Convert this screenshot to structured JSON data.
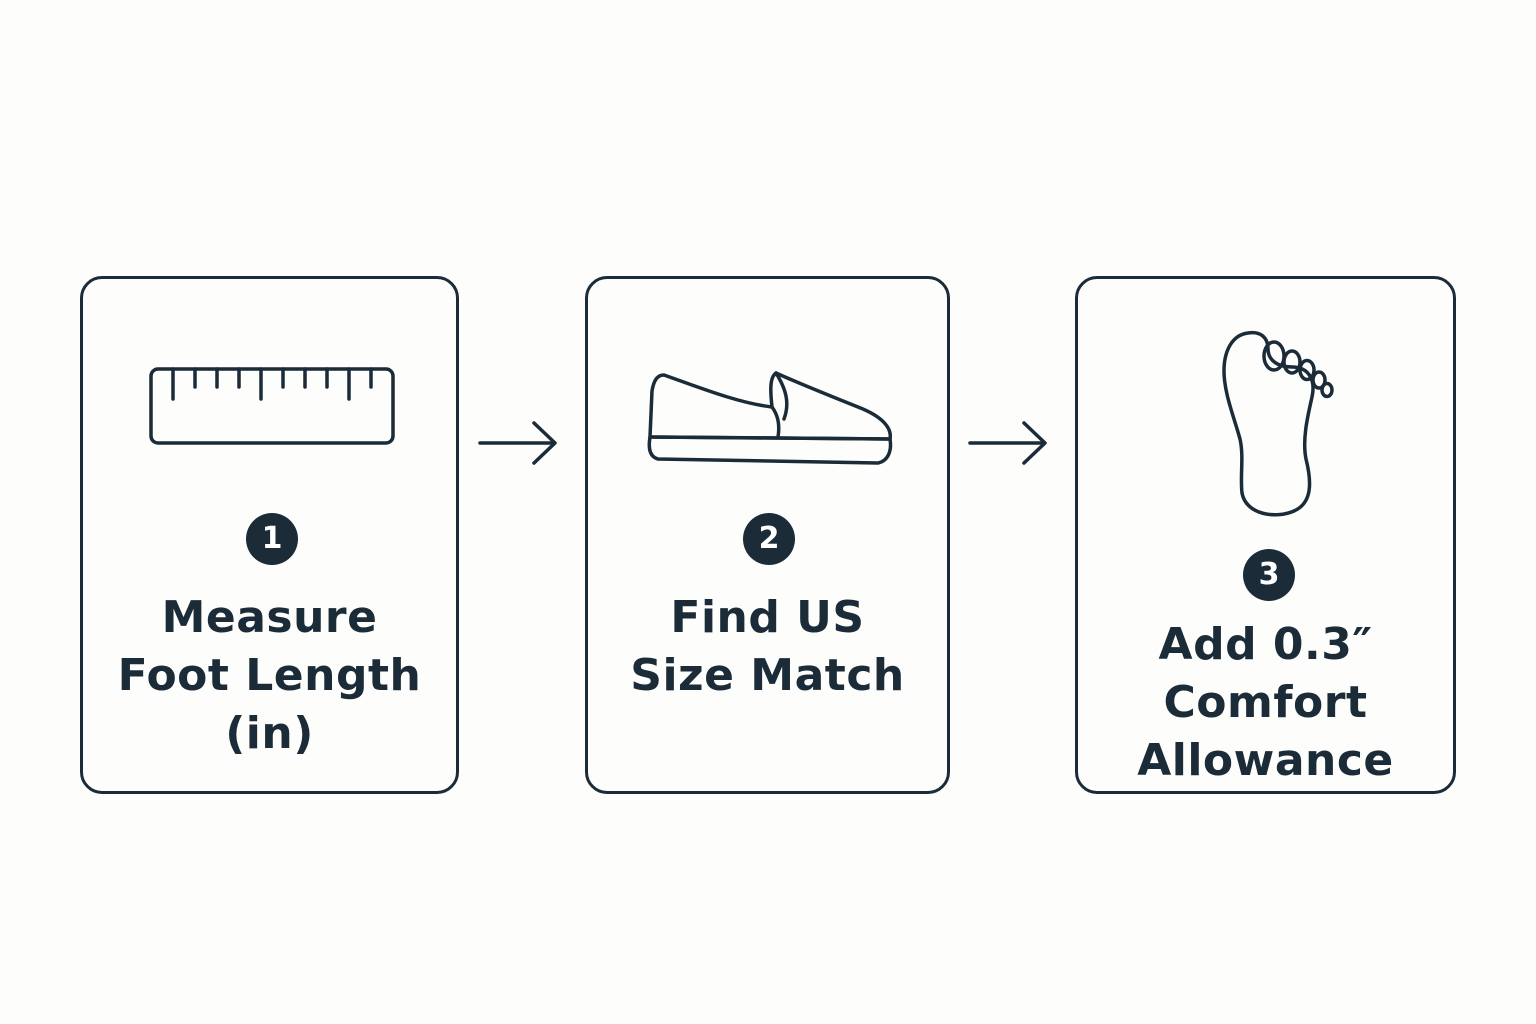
{
  "colors": {
    "ink": "#1b2b38",
    "background": "#fdfdfb",
    "badge_text": "#ffffff"
  },
  "steps": [
    {
      "number": "1",
      "icon": "ruler-icon",
      "label_lines": [
        "Measure",
        "Foot Length",
        "(in)"
      ]
    },
    {
      "number": "2",
      "icon": "shoe-icon",
      "label_lines": [
        "Find US",
        "Size Match"
      ]
    },
    {
      "number": "3",
      "icon": "foot-icon",
      "label_lines": [
        "Add 0.3″",
        "Comfort",
        "Allowance"
      ]
    }
  ],
  "connectors": [
    {
      "from": "1",
      "to": "2",
      "icon": "arrow-right-icon"
    },
    {
      "from": "2",
      "to": "3",
      "icon": "arrow-right-icon"
    }
  ]
}
